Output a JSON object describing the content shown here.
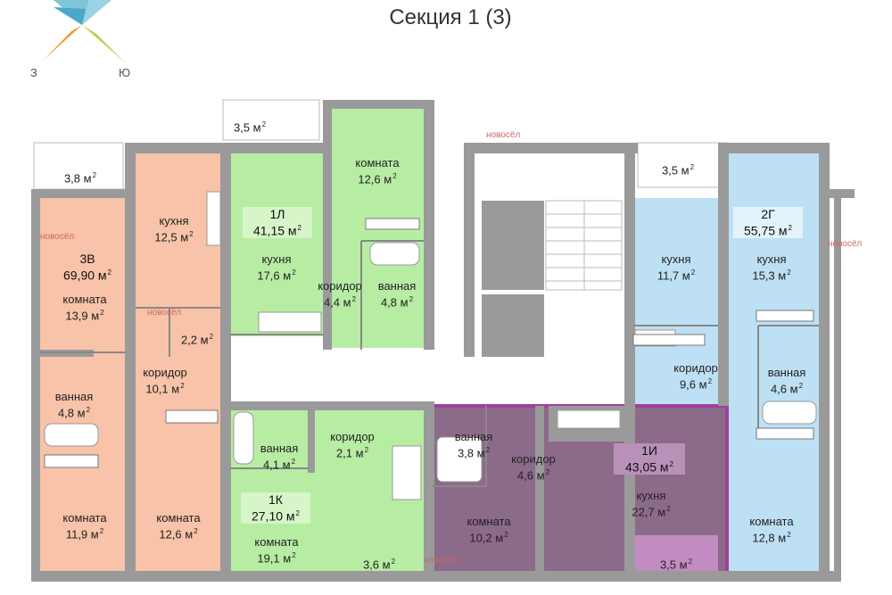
{
  "header": {
    "title": "Секция  1 (3)"
  },
  "compass": {
    "left_letter": "З",
    "right_letter": "Ю"
  },
  "watermark": "новосёл",
  "unit": "м",
  "apartments": {
    "3v": {
      "code": "3В",
      "area": "69,90 м",
      "color": "#f8c3a8"
    },
    "1l": {
      "code": "1Л",
      "area": "41,15 м",
      "color": "#b7eda3"
    },
    "2g": {
      "code": "2Г",
      "area": "55,75 м",
      "color": "#bde0f4"
    },
    "1k": {
      "code": "1К",
      "area": "27,10 м",
      "color": "#b7eda3"
    },
    "1i": {
      "code": "1И",
      "area": "43,05 м",
      "color": "#8c6a8a"
    }
  },
  "rooms": {
    "balcony_top_left": {
      "name": "",
      "area": "3,8 м"
    },
    "balcony_top_center": {
      "name": "",
      "area": "3,5 м"
    },
    "balcony_top_right": {
      "name": "",
      "area": "3,5 м"
    },
    "balcony_bottom_center": {
      "name": "",
      "area": "3,6 м"
    },
    "balcony_bottom_1i": {
      "name": "",
      "area": "3,5 м"
    },
    "3v_kitchen": {
      "name": "кухня",
      "area": "12,5 м"
    },
    "3v_room_top": {
      "name": "комната",
      "area": "13,9 м"
    },
    "3v_wc": {
      "name": "",
      "area": "2,2 м"
    },
    "3v_corridor": {
      "name": "коридор",
      "area": "10,1 м"
    },
    "3v_bath": {
      "name": "ванная",
      "area": "4,8 м"
    },
    "3v_room_bl": {
      "name": "комната",
      "area": "11,9 м"
    },
    "3v_room_br": {
      "name": "комната",
      "area": "12,6 м"
    },
    "1l_room": {
      "name": "комната",
      "area": "12,6 м"
    },
    "1l_kitchen": {
      "name": "кухня",
      "area": "17,6 м"
    },
    "1l_corridor": {
      "name": "коридор",
      "area": "4,4 м"
    },
    "1l_bath": {
      "name": "ванная",
      "area": "4,8 м"
    },
    "2g_kitchen_a": {
      "name": "кухня",
      "area": "11,7 м"
    },
    "2g_kitchen_b": {
      "name": "кухня",
      "area": "15,3 м"
    },
    "2g_corridor": {
      "name": "коридор",
      "area": "9,6 м"
    },
    "2g_bath": {
      "name": "ванная",
      "area": "4,6 м"
    },
    "2g_room": {
      "name": "комната",
      "area": "12,8 м"
    },
    "1k_bath": {
      "name": "ванная",
      "area": "4,1 м"
    },
    "1k_corridor": {
      "name": "коридор",
      "area": "2,1 м"
    },
    "1k_room": {
      "name": "комната",
      "area": "19,1 м"
    },
    "1i_bath": {
      "name": "ванная",
      "area": "3,8 м"
    },
    "1i_corridor": {
      "name": "коридор",
      "area": "4,6 м"
    },
    "1i_room": {
      "name": "комната",
      "area": "10,2 м"
    },
    "1i_kitchen": {
      "name": "кухня",
      "area": "22,7 м"
    }
  }
}
